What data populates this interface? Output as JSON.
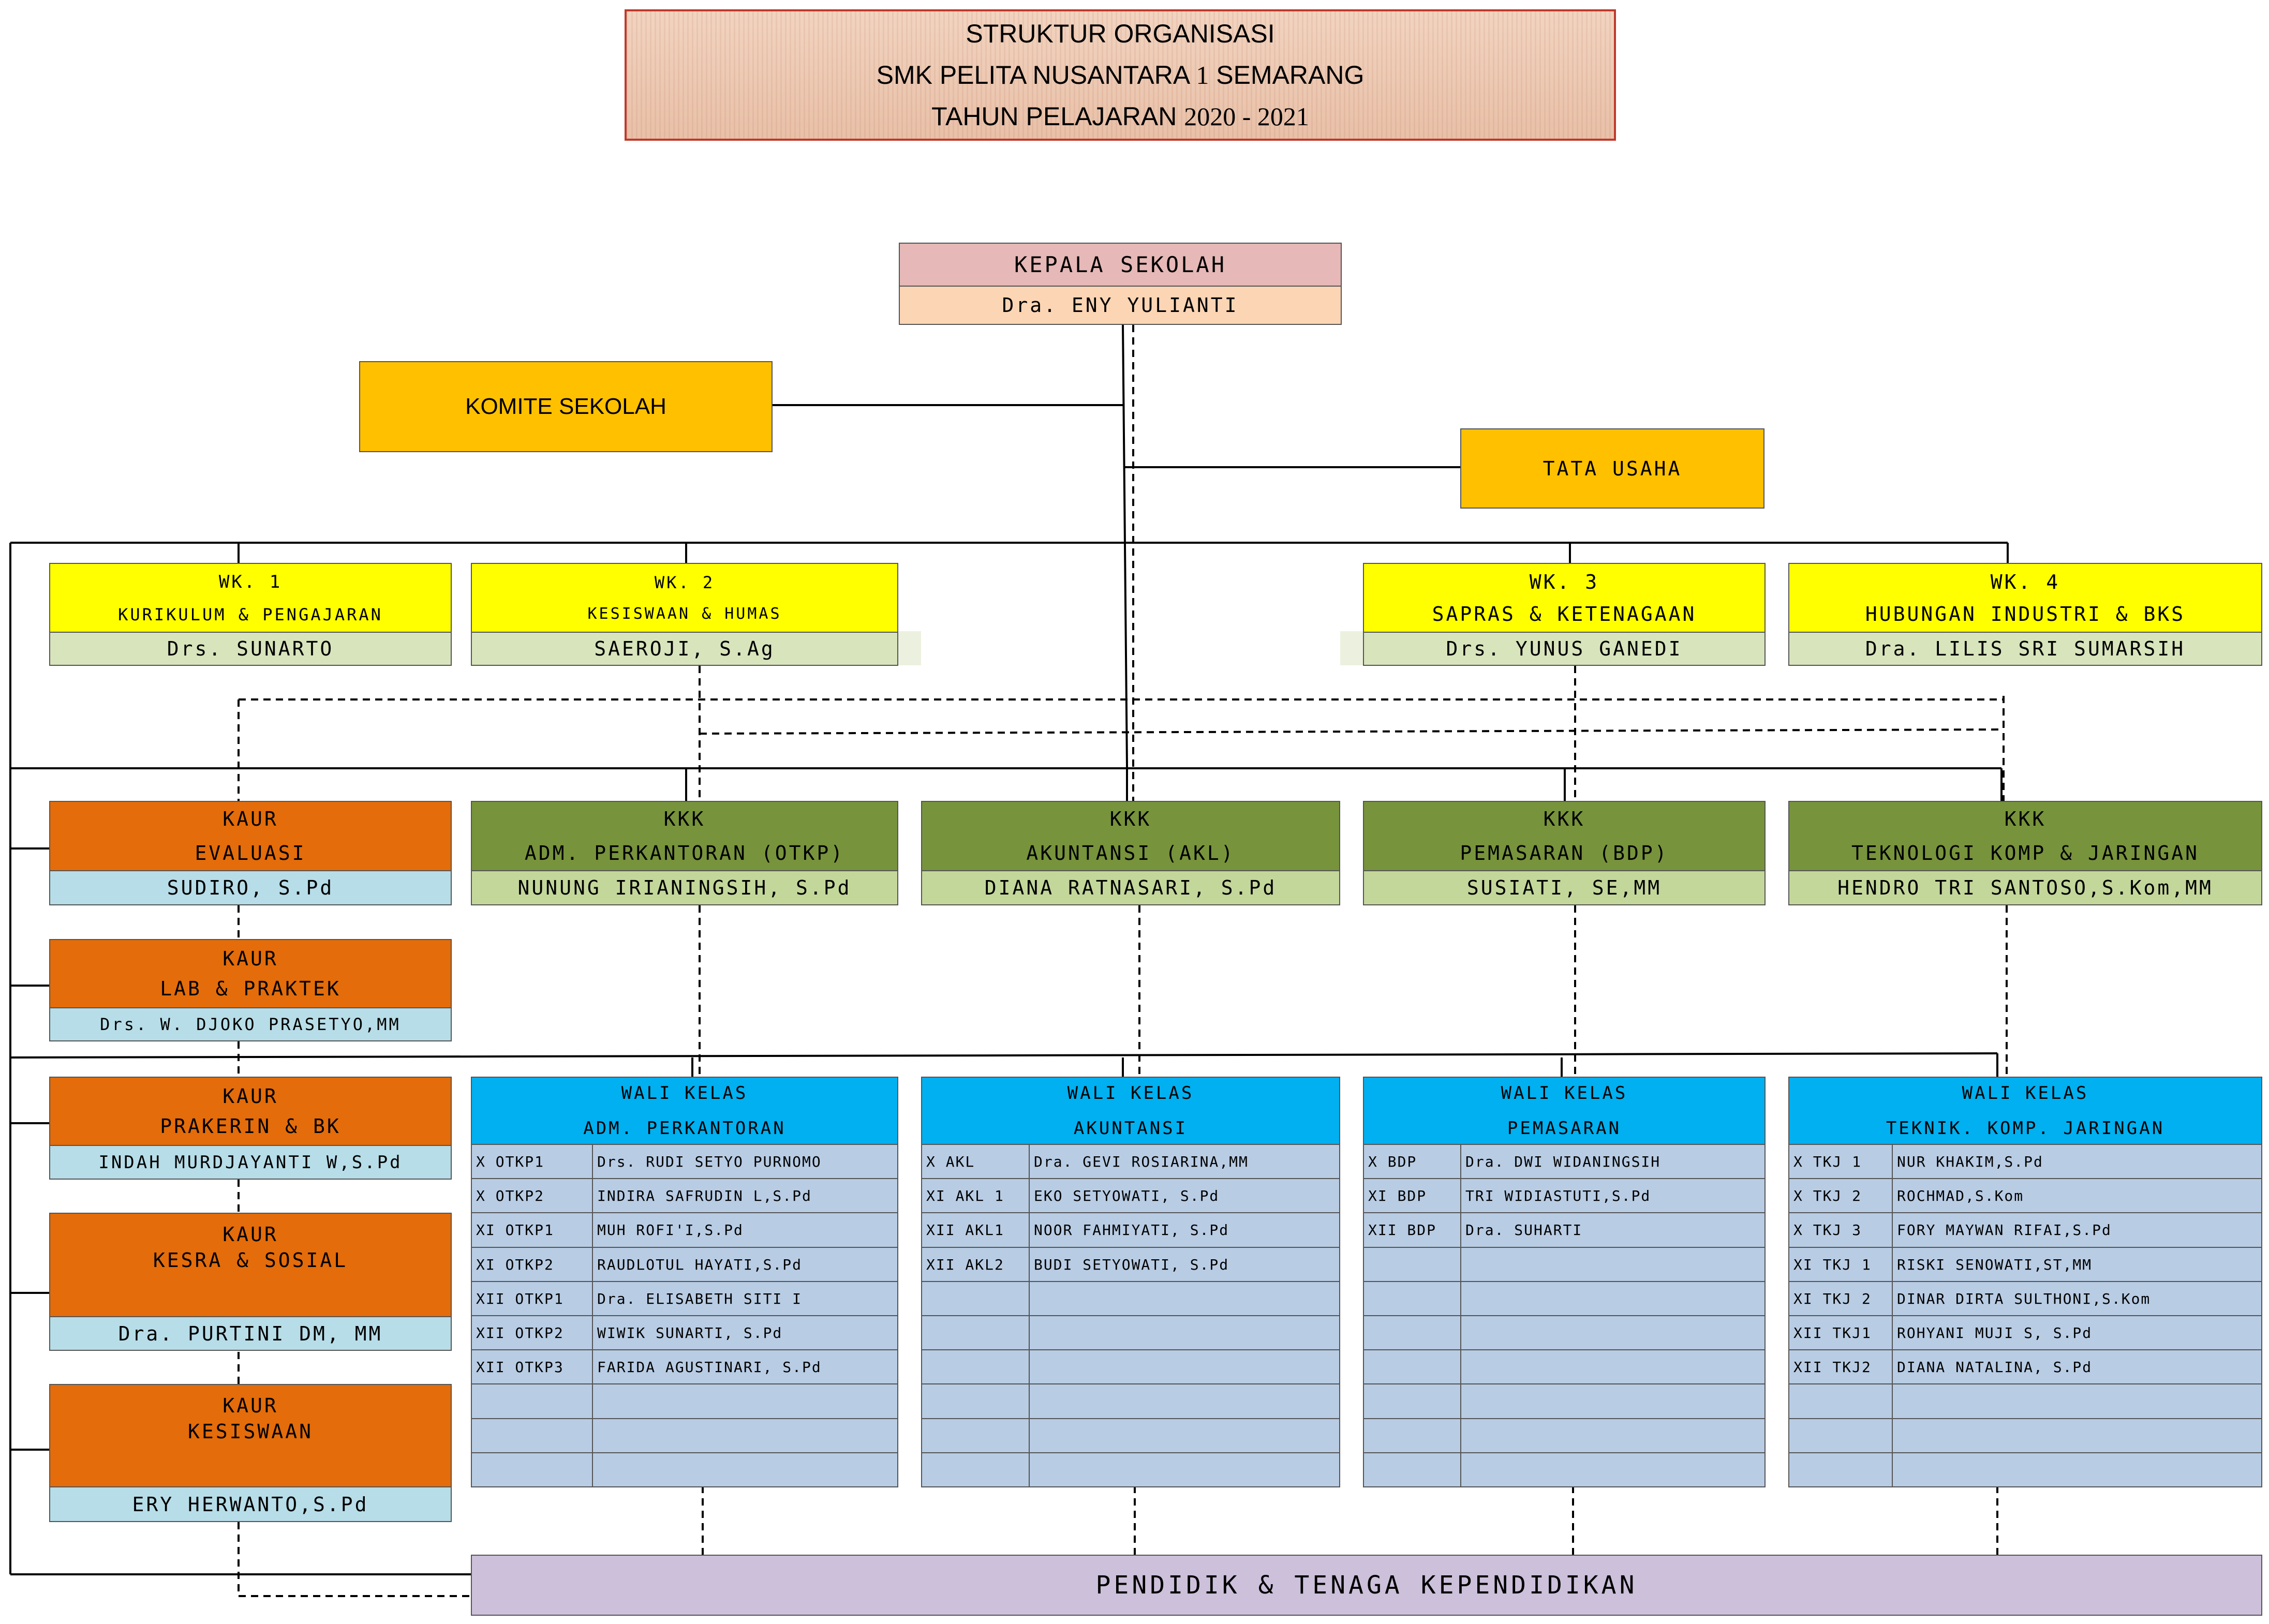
{
  "title": {
    "line1": "STRUKTUR ORGANISASI",
    "line2_text": "SMK PELITA NUSANTARA ",
    "line2_num": "1",
    "line2_tail": " SEMARANG",
    "line3_text": "TAHUN PELAJARAN ",
    "line3_num": "2020 - 2021"
  },
  "kepala": {
    "title": "KEPALA SEKOLAH",
    "name": "Dra. ENY YULIANTI"
  },
  "komite": {
    "label": "KOMITE SEKOLAH"
  },
  "tata_usaha": {
    "label": "TATA USAHA"
  },
  "wakasek": [
    {
      "code": "WK. 1",
      "role": "KURIKULUM & PENGAJARAN",
      "name": "Drs. SUNARTO"
    },
    {
      "code": "WK. 2",
      "role": "KESISWAAN & HUMAS",
      "name": "SAEROJI, S.Ag"
    },
    {
      "code": "WK. 3",
      "role": "SAPRAS & KETENAGAAN",
      "name": "Drs. YUNUS GANEDI"
    },
    {
      "code": "WK. 4",
      "role": "HUBUNGAN INDUSTRI & BKS",
      "name": "Dra. LILIS SRI SUMARSIH"
    }
  ],
  "kaur": [
    {
      "line1": "KAUR",
      "line2": "EVALUASI",
      "name": "SUDIRO, S.Pd"
    },
    {
      "line1": "KAUR",
      "line2": "LAB & PRAKTEK",
      "name": "Drs. W. DJOKO PRASETYO,MM"
    },
    {
      "line1": "KAUR",
      "line2": "PRAKERIN & BK",
      "name": "INDAH MURDJAYANTI W,S.Pd"
    },
    {
      "line1": "KAUR",
      "line2": "KESRA & SOSIAL",
      "name": "Dra. PURTINI DM, MM"
    },
    {
      "line1": "KAUR",
      "line2": "KESISWAAN",
      "name": "ERY HERWANTO,S.Pd"
    }
  ],
  "kkk": [
    {
      "line1": "KKK",
      "line2": "ADM. PERKANTORAN (OTKP)",
      "name": "NUNUNG IRIANINGSIH, S.Pd"
    },
    {
      "line1": "KKK",
      "line2": "AKUNTANSI (AKL)",
      "name": "DIANA RATNASARI, S.Pd"
    },
    {
      "line1": "KKK",
      "line2": "PEMASARAN (BDP)",
      "name": "SUSIATI, SE,MM"
    },
    {
      "line1": "KKK",
      "line2": "TEKNOLOGI KOMP & JARINGAN",
      "name": "HENDRO TRI SANTOSO,S.Kom,MM"
    }
  ],
  "wali": [
    {
      "line1": "WALI KELAS",
      "line2": "ADM. PERKANTORAN",
      "rows": [
        [
          "X OTKP1",
          "Drs. RUDI SETYO PURNOMO"
        ],
        [
          "X OTKP2",
          "INDIRA SAFRUDIN L,S.Pd"
        ],
        [
          "XI OTKP1",
          "MUH ROFI'I,S.Pd"
        ],
        [
          "XI OTKP2",
          "RAUDLOTUL HAYATI,S.Pd"
        ],
        [
          "XII OTKP1",
          "Dra. ELISABETH SITI I"
        ],
        [
          "XII OTKP2",
          "WIWIK SUNARTI, S.Pd"
        ],
        [
          "XII OTKP3",
          "FARIDA AGUSTINARI, S.Pd"
        ],
        [
          "",
          ""
        ],
        [
          "",
          ""
        ],
        [
          "",
          ""
        ]
      ]
    },
    {
      "line1": "WALI KELAS",
      "line2": "AKUNTANSI",
      "rows": [
        [
          "X AKL",
          "Dra. GEVI ROSIARINA,MM"
        ],
        [
          "XI AKL 1",
          "EKO SETYOWATI, S.Pd"
        ],
        [
          "XII AKL1",
          "NOOR FAHMIYATI, S.Pd"
        ],
        [
          "XII AKL2",
          "BUDI SETYOWATI, S.Pd"
        ],
        [
          "",
          ""
        ],
        [
          "",
          ""
        ],
        [
          "",
          ""
        ],
        [
          "",
          ""
        ],
        [
          "",
          ""
        ],
        [
          "",
          ""
        ]
      ]
    },
    {
      "line1": "WALI KELAS",
      "line2": "PEMASARAN",
      "rows": [
        [
          "X BDP",
          "Dra. DWI WIDANINGSIH"
        ],
        [
          "XI BDP",
          "TRI WIDIASTUTI,S.Pd"
        ],
        [
          "XII BDP",
          "Dra. SUHARTI"
        ],
        [
          "",
          ""
        ],
        [
          "",
          ""
        ],
        [
          "",
          ""
        ],
        [
          "",
          ""
        ],
        [
          "",
          ""
        ],
        [
          "",
          ""
        ],
        [
          "",
          ""
        ]
      ]
    },
    {
      "line1": "WALI KELAS",
      "line2": "TEKNIK. KOMP. JARINGAN",
      "rows": [
        [
          "X TKJ 1",
          "NUR KHAKIM,S.Pd"
        ],
        [
          "X TKJ 2",
          "ROCHMAD,S.Kom"
        ],
        [
          "X TKJ 3",
          "FORY MAYWAN RIFAI,S.Pd"
        ],
        [
          "XI TKJ 1",
          "RISKI SENOWATI,ST,MM"
        ],
        [
          "XI TKJ 2",
          "DINAR DIRTA SULTHONI,S.Kom"
        ],
        [
          "XII TKJ1",
          "ROHYANI MUJI S, S.Pd"
        ],
        [
          "XII TKJ2",
          "DIANA NATALINA, S.Pd"
        ],
        [
          "",
          ""
        ],
        [
          "",
          ""
        ],
        [
          "",
          ""
        ]
      ]
    }
  ],
  "footer": {
    "label": "PENDIDIK & TENAGA KEPENDIDIKAN"
  },
  "colors": {
    "kepala_header": "#e6b8b7",
    "kepala_name": "#fcd5b4",
    "komite": "#ffc000",
    "wakasek_header": "#ffff00",
    "wakasek_name": "#d8e4bc",
    "kaur_header": "#e46c0a",
    "kaur_name": "#b7dde8",
    "kkk_header": "#77933c",
    "kkk_name": "#c4d79b",
    "wali_header": "#00b0f0",
    "wali_cell": "#b8cce4",
    "footer": "#ccc0da"
  }
}
